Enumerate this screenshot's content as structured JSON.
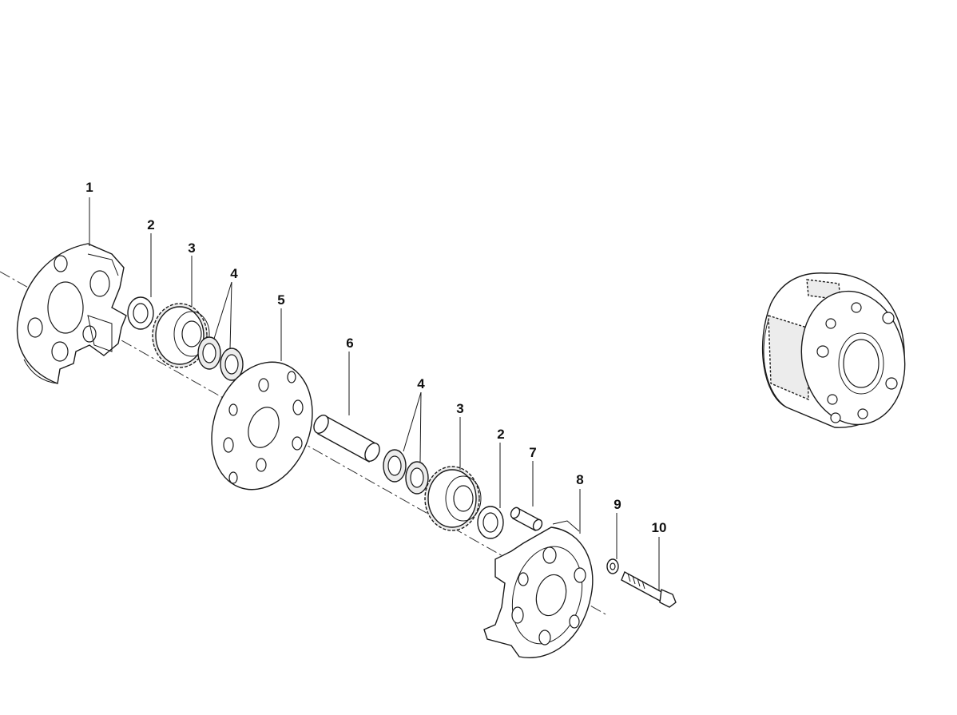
{
  "callouts": {
    "c1": "1",
    "c2a": "2",
    "c3a": "3",
    "c4a": "4",
    "c5": "5",
    "c6": "6",
    "c4b": "4",
    "c3b": "3",
    "c2b": "2",
    "c7": "7",
    "c8": "8",
    "c9": "9",
    "c10": "10"
  },
  "colors": {
    "line": "#1a1a1a",
    "background": "#ffffff"
  }
}
